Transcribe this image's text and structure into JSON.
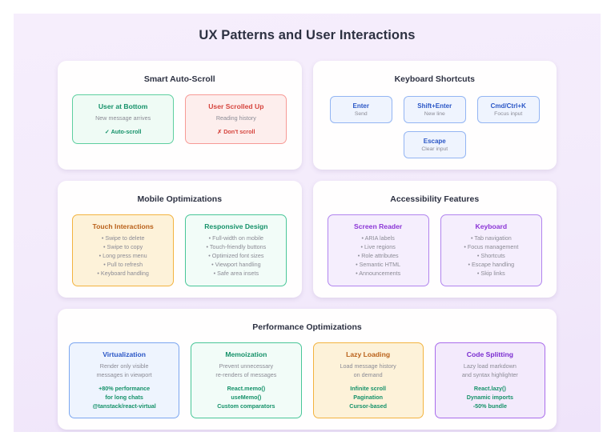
{
  "page": {
    "title": "UX Patterns and User Interactions"
  },
  "panels": [
    {
      "id": "smart-auto-scroll",
      "title": "Smart Auto-Scroll",
      "layout": "two",
      "cards": [
        {
          "theme": "t-green",
          "title": "User at Bottom",
          "lines": [
            "New message arrives"
          ],
          "accents": [
            "✓ Auto-scroll"
          ]
        },
        {
          "theme": "t-red",
          "title": "User Scrolled Up",
          "lines": [
            "Reading history"
          ],
          "accents": [
            "✗ Don't scroll"
          ]
        }
      ]
    },
    {
      "id": "keyboard-shortcuts",
      "title": "Keyboard Shortcuts",
      "layout": "keys",
      "keys": [
        {
          "label": "Enter",
          "desc": "Send"
        },
        {
          "label": "Shift+Enter",
          "desc": "New line"
        },
        {
          "label": "Cmd/Ctrl+K",
          "desc": "Focus input"
        },
        {
          "label": "Escape",
          "desc": "Clear input"
        }
      ]
    },
    {
      "id": "mobile-optimizations",
      "title": "Mobile Optimizations",
      "layout": "two",
      "cards": [
        {
          "theme": "t-orange",
          "title": "Touch Interactions",
          "lines": [
            "• Swipe to delete",
            "• Swipe to copy",
            "• Long press menu",
            "• Pull to refresh",
            "• Keyboard handling"
          ],
          "accents": []
        },
        {
          "theme": "t-green2",
          "title": "Responsive Design",
          "lines": [
            "• Full-width on mobile",
            "• Touch-friendly buttons",
            "• Optimized font sizes",
            "• Viewport handling",
            "• Safe area insets"
          ],
          "accents": []
        }
      ]
    },
    {
      "id": "accessibility-features",
      "title": "Accessibility Features",
      "layout": "two",
      "cards": [
        {
          "theme": "t-purple",
          "title": "Screen Reader",
          "lines": [
            "• ARIA labels",
            "• Live regions",
            "• Role attributes",
            "• Semantic HTML",
            "• Announcements"
          ],
          "accents": []
        },
        {
          "theme": "t-purple",
          "title": "Keyboard",
          "lines": [
            "• Tab navigation",
            "• Focus management",
            "• Shortcuts",
            "• Escape handling",
            "• Skip links"
          ],
          "accents": []
        }
      ]
    },
    {
      "id": "performance-optimizations",
      "title": "Performance Optimizations",
      "layout": "four",
      "cards": [
        {
          "theme": "t-blue",
          "title": "Virtualization",
          "lines": [
            "Render only visible",
            "messages in viewport"
          ],
          "accents": [
            "+80% performance",
            "for long chats",
            "@tanstack/react-virtual"
          ]
        },
        {
          "theme": "t-green2",
          "title": "Memoization",
          "lines": [
            "Prevent unnecessary",
            "re-renders of messages"
          ],
          "accents": [
            "React.memo()",
            "useMemo()",
            "Custom comparators"
          ]
        },
        {
          "theme": "t-orange",
          "title": "Lazy Loading",
          "lines": [
            "Load message history",
            "on demand"
          ],
          "accents": [
            "Infinite scroll",
            "Pagination",
            "Cursor-based"
          ]
        },
        {
          "theme": "t-purple2",
          "title": "Code Splitting",
          "lines": [
            "Lazy load markdown",
            "and syntax highlighter"
          ],
          "accents": [
            "React.lazy()",
            "Dynamic imports",
            "-50% bundle"
          ]
        }
      ]
    }
  ]
}
